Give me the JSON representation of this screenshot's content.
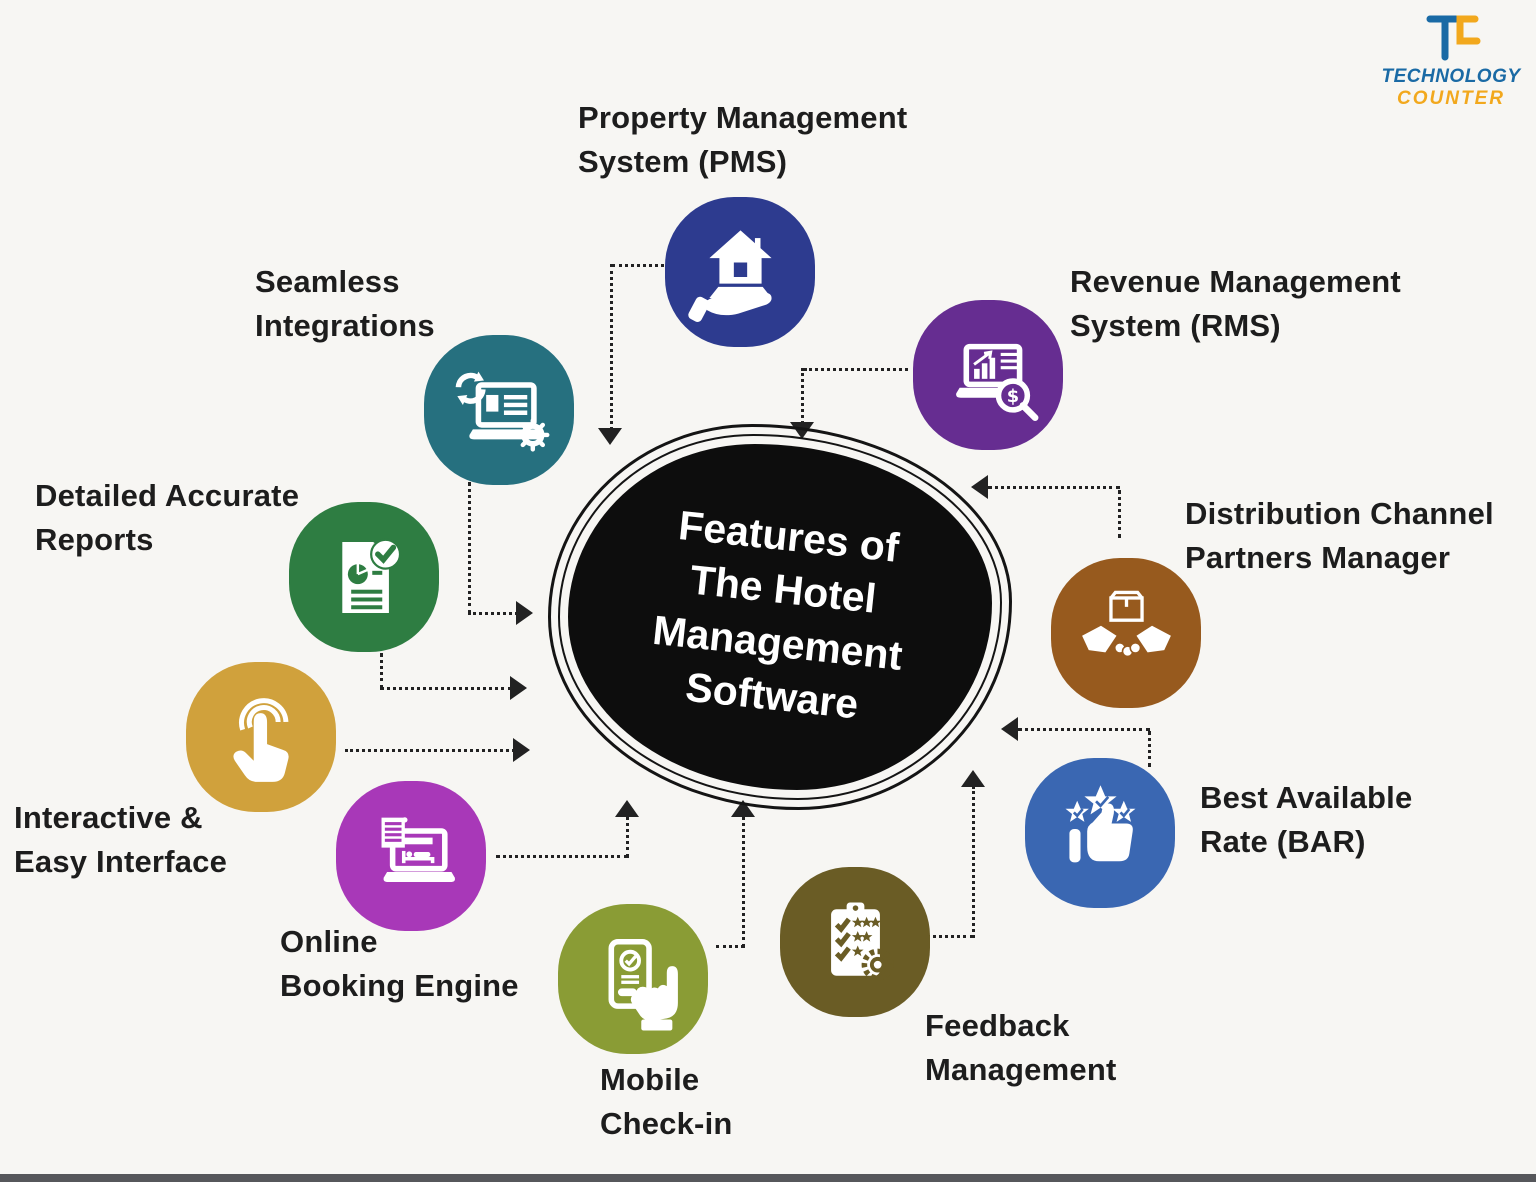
{
  "page": {
    "background": "#f7f6f3",
    "bottom_bar_color": "#56575b"
  },
  "center": {
    "title": "Features of\nThe Hotel\nManagement\nSoftware",
    "fill": "#0d0d0d",
    "text_color": "#ffffff"
  },
  "logo": {
    "monogram": "TC",
    "word1": "TECHNOLOGY",
    "word2": "COUNTER",
    "blue": "#1a6aa5",
    "orange": "#f2a81d"
  },
  "features": [
    {
      "id": "pms",
      "label": "Property Management\nSystem (PMS)",
      "color": "#2d3b8f",
      "icon": "hand-house-icon"
    },
    {
      "id": "rms",
      "label": "Revenue Management\nSystem (RMS)",
      "color": "#662d91",
      "icon": "laptop-analytics-icon"
    },
    {
      "id": "seamless",
      "label": "Seamless\nIntegrations",
      "color": "#26707f",
      "icon": "laptop-sync-gear-icon"
    },
    {
      "id": "distribution",
      "label": "Distribution Channel\nPartners Manager",
      "color": "#975a1e",
      "icon": "handshake-box-icon"
    },
    {
      "id": "reports",
      "label": "Detailed Accurate\nReports",
      "color": "#2e7d42",
      "icon": "report-check-icon"
    },
    {
      "id": "bar",
      "label": "Best Available\nRate (BAR)",
      "color": "#3a67b2",
      "icon": "thumbs-up-stars-icon"
    },
    {
      "id": "interactive",
      "label": "Interactive &\nEasy Interface",
      "color": "#d0a13c",
      "icon": "tap-hand-icon"
    },
    {
      "id": "feedback",
      "label": "Feedback\nManagement",
      "color": "#6a5c25",
      "icon": "clipboard-stars-gear-icon"
    },
    {
      "id": "booking",
      "label": "Online\nBooking Engine",
      "color": "#a838b8",
      "icon": "laptop-bed-icon"
    },
    {
      "id": "mobile",
      "label": "Mobile\nCheck-in",
      "color": "#8a9c35",
      "icon": "phone-check-hand-icon"
    }
  ]
}
